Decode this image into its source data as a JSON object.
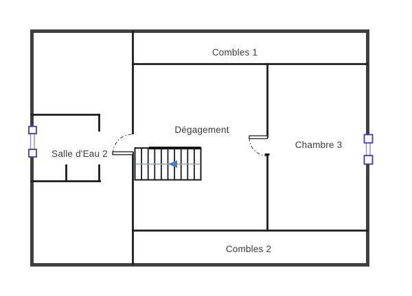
{
  "plan": {
    "type": "floor-plan",
    "rooms": [
      {
        "id": "combles-1",
        "label": "Combles 1"
      },
      {
        "id": "degagement",
        "label": "Dégagement"
      },
      {
        "id": "chambre-3",
        "label": "Chambre 3"
      },
      {
        "id": "salle-deau-2",
        "label": "Salle d'Eau 2"
      },
      {
        "id": "combles-2",
        "label": "Combles 2"
      }
    ],
    "symbols": {
      "windows": [
        {
          "name": "window-left",
          "wall": "left exterior wall"
        },
        {
          "name": "window-right",
          "wall": "right exterior wall"
        }
      ],
      "doors": [
        {
          "name": "door-salle-deau",
          "swing": "quarter-arc up, opens toward Salle d'Eau 2"
        },
        {
          "name": "door-chambre-3",
          "swing": "quarter-arc down, opens into Dégagement"
        }
      ],
      "staircase": {
        "treads": 10,
        "direction_arrow": "left"
      }
    },
    "colors": {
      "background": "#ffffff",
      "wall_exterior": "#3f3f3f",
      "wall_interior": "#1b1b1b",
      "door_leaf": "#2b2b2b",
      "window_frame": "#3c3ca8",
      "window_glazing": "#9191cf",
      "stair_line": "#7fa8d9",
      "stair_arrow": "#4c7fc8",
      "label_text": "#3a3a3a"
    }
  }
}
